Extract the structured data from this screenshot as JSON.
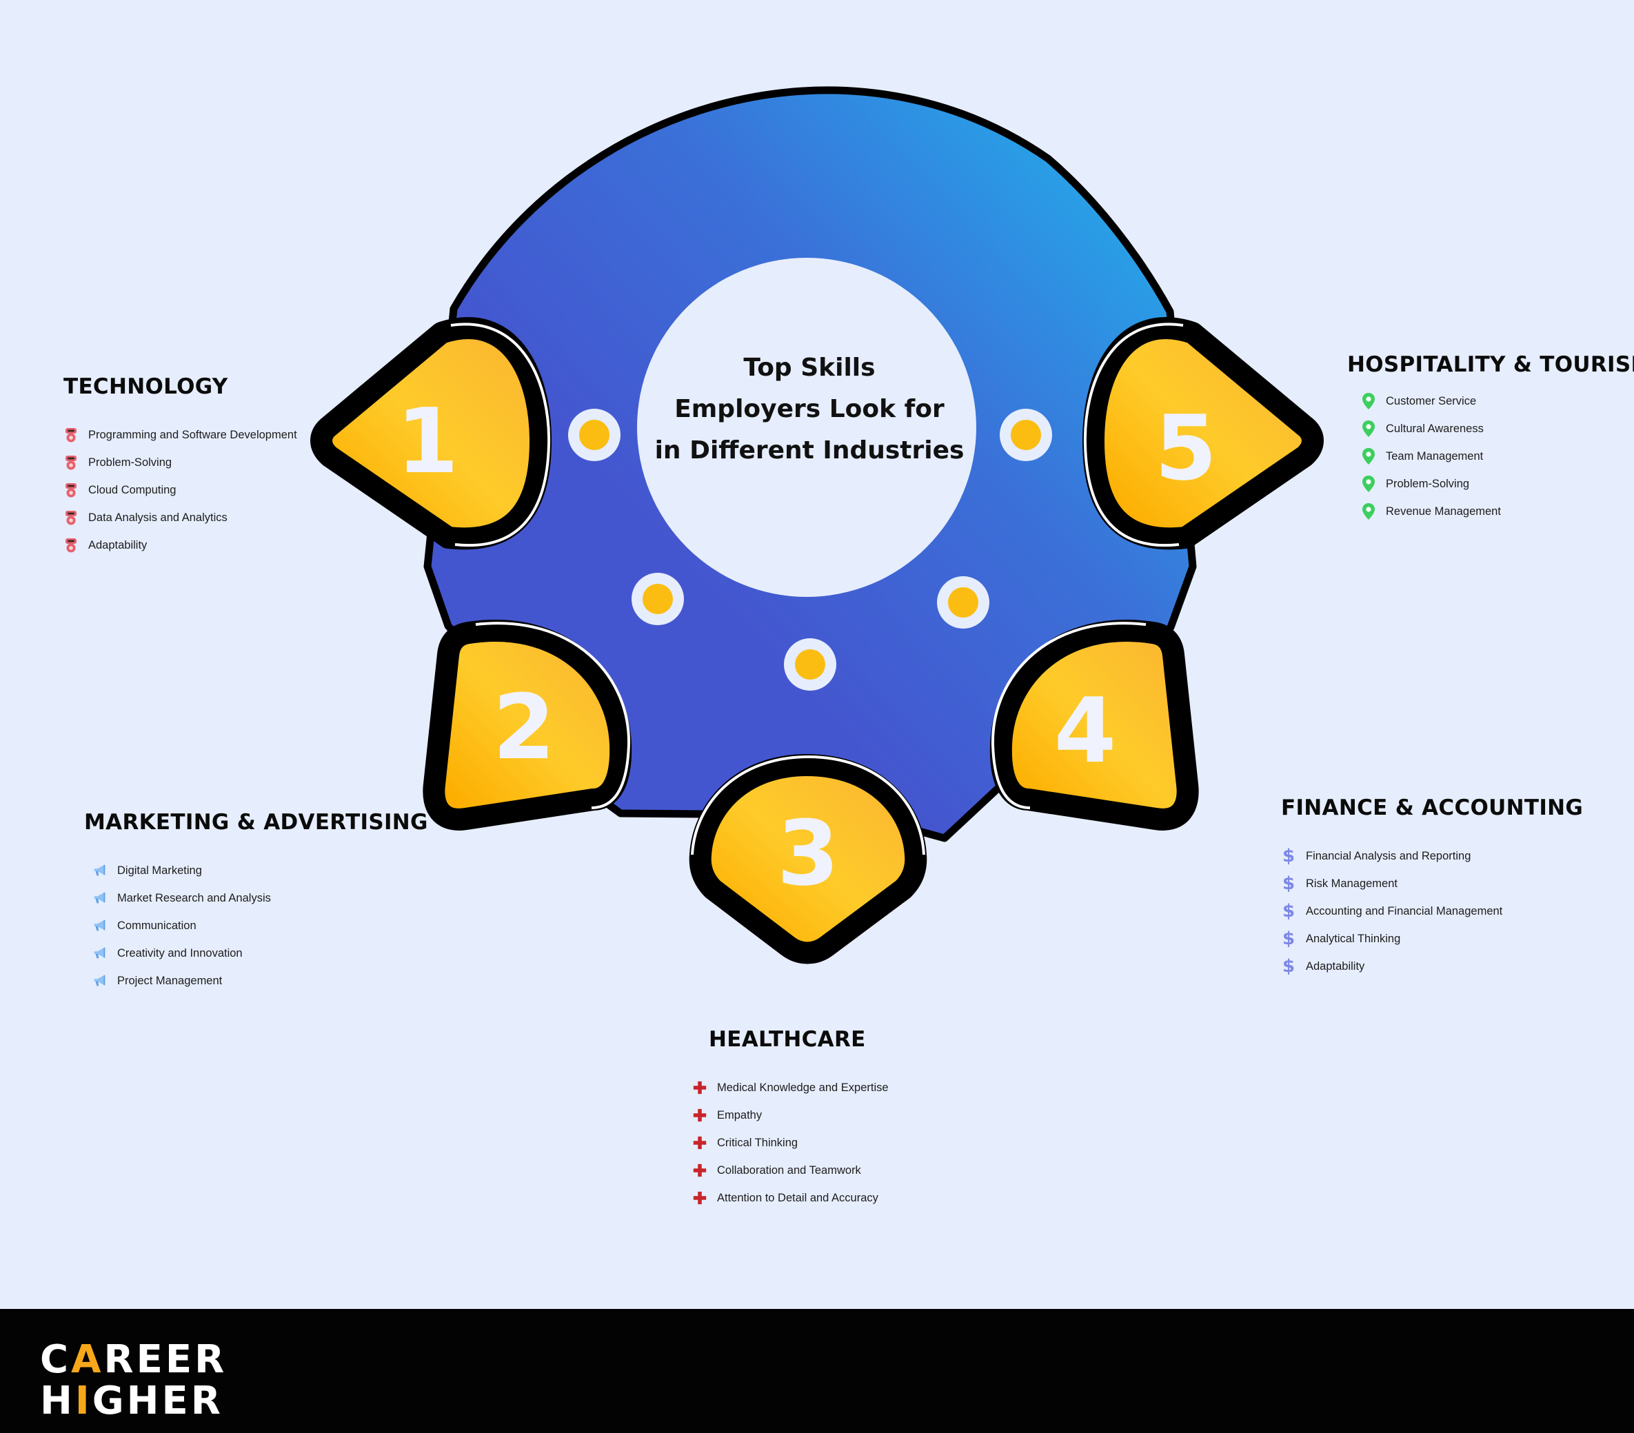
{
  "title": {
    "line1": "Top Skills",
    "line2": "Employers Look for",
    "line3": "in Different Industries"
  },
  "colors": {
    "background": "#e6edfc",
    "ring_start": "#4456cf",
    "ring_end": "#25a8ea",
    "badge": "#fdb813",
    "outline": "#000000",
    "footer": "#030303",
    "brand_accent": "#f6a81a"
  },
  "badges": [
    "1",
    "2",
    "3",
    "4",
    "5"
  ],
  "sections": {
    "technology": {
      "heading": "TECHNOLOGY",
      "icon": "robot-icon",
      "items": [
        "Programming and Software Development",
        "Problem-Solving",
        "Cloud Computing",
        "Data Analysis and Analytics",
        "Adaptability"
      ]
    },
    "marketing": {
      "heading": "MARKETING & ADVERTISING",
      "icon": "megaphone-icon",
      "items": [
        "Digital Marketing",
        "Market Research and Analysis",
        "Communication",
        "Creativity and Innovation",
        "Project Management"
      ]
    },
    "healthcare": {
      "heading": "HEALTHCARE",
      "icon": "medical-cross-icon",
      "items": [
        "Medical Knowledge and Expertise",
        "Empathy",
        "Critical Thinking",
        "Collaboration and Teamwork",
        "Attention to Detail and Accuracy"
      ]
    },
    "finance": {
      "heading": "FINANCE & ACCOUNTING",
      "icon": "dollar-icon",
      "icon_glyph": "$",
      "items": [
        "Financial Analysis and Reporting",
        "Risk Management",
        "Accounting and Financial Management",
        "Analytical Thinking",
        "Adaptability"
      ]
    },
    "hospitality": {
      "heading": "HOSPITALITY & TOURISM",
      "icon": "location-pin-icon",
      "items": [
        "Customer Service",
        "Cultural Awareness",
        "Team Management",
        "Problem-Solving",
        "Revenue Management"
      ]
    }
  },
  "brand": {
    "line1_pre": "C",
    "line1_accent": "A",
    "line1_post": "REER",
    "line2_pre": "H",
    "line2_accent": "I",
    "line2_post": "GHER"
  }
}
